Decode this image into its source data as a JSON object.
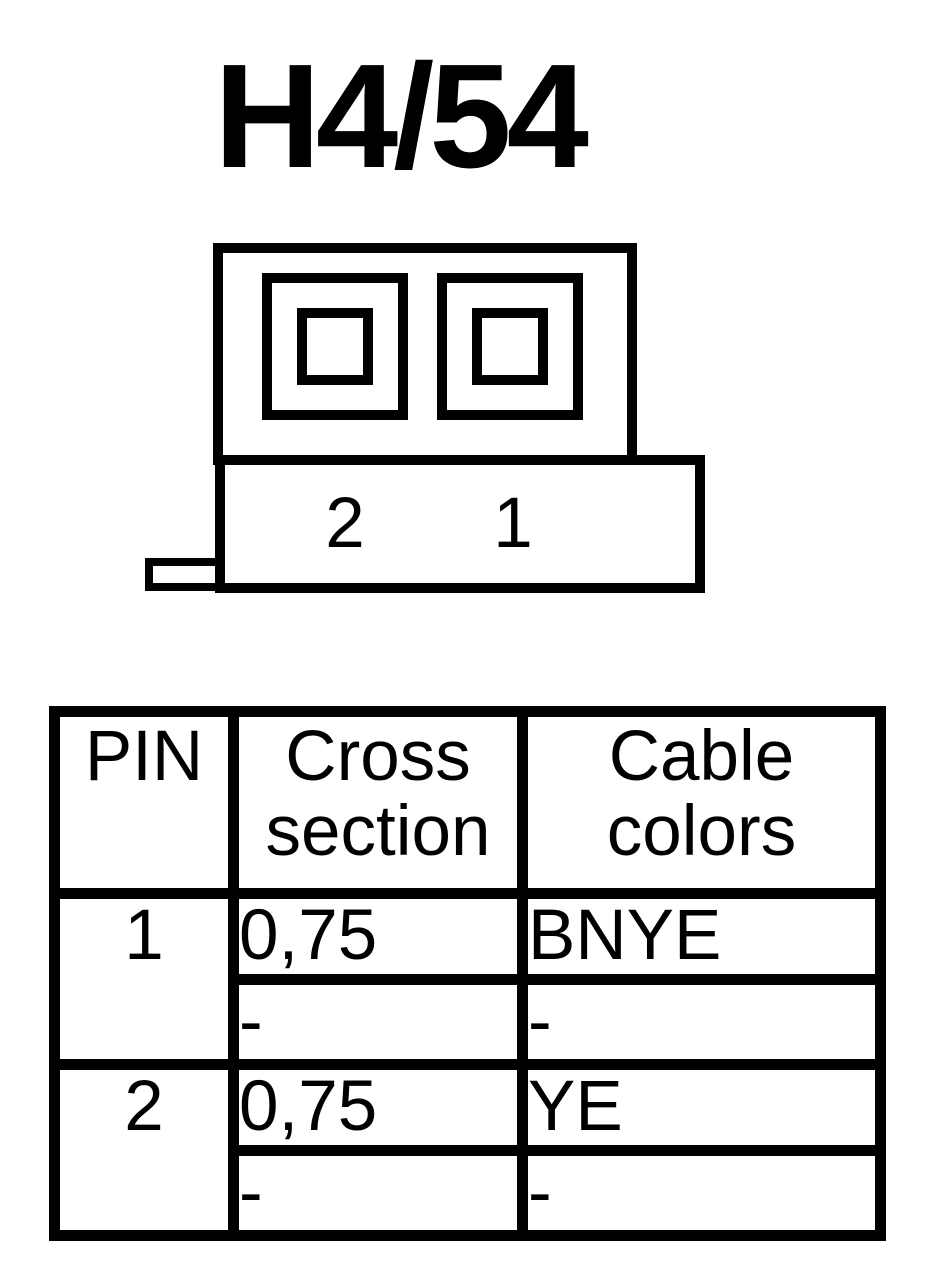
{
  "colors": {
    "ink": "#000000",
    "paper": "#ffffff"
  },
  "title": "H4/54",
  "connector": {
    "socket_count": 2,
    "pin_labels": [
      "2",
      "1"
    ]
  },
  "table": {
    "headers": [
      "PIN",
      "Cross section",
      "Cable colors"
    ],
    "groups": [
      {
        "pin": "1",
        "rows": [
          {
            "cross_section": "0,75",
            "cable_color": "BNYE"
          },
          {
            "cross_section": "-",
            "cable_color": "-"
          }
        ]
      },
      {
        "pin": "2",
        "rows": [
          {
            "cross_section": "0,75",
            "cable_color": "YE"
          },
          {
            "cross_section": "-",
            "cable_color": "-"
          }
        ]
      }
    ]
  }
}
